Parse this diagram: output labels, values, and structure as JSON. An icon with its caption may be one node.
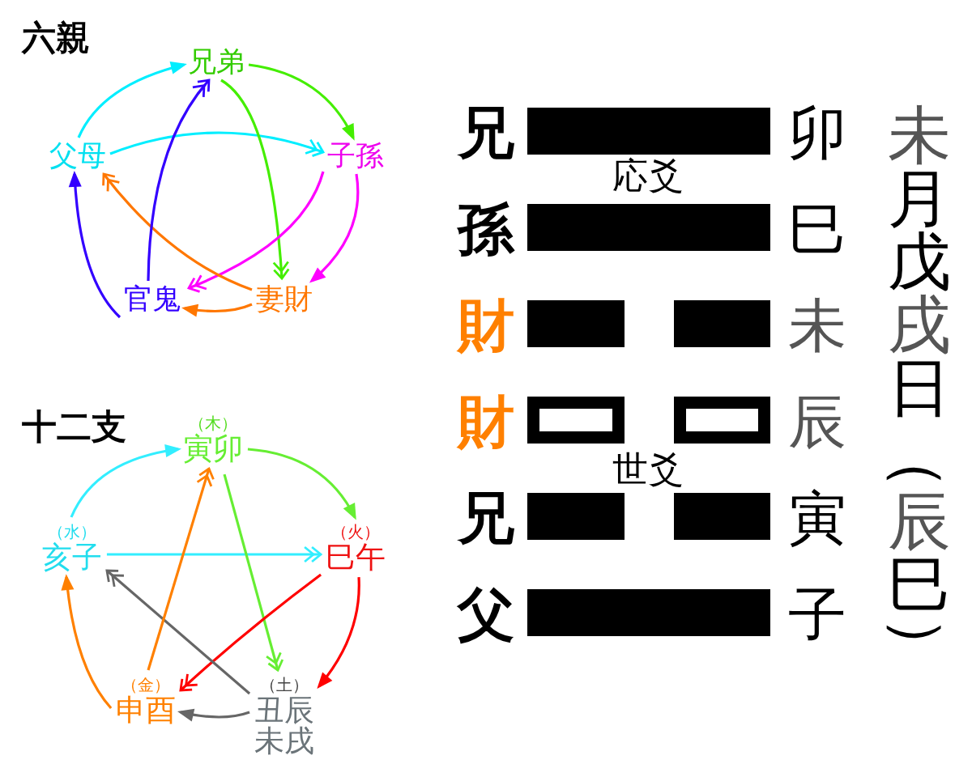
{
  "diagram": {
    "nodes": [
      {
        "text": [
          "兄弟"
        ]
      },
      {
        "text": [
          "父母"
        ]
      },
      {
        "text": [
          "子孫"
        ]
      },
      {
        "text": [
          "官鬼"
        ]
      },
      {
        "text": [
          "妻財"
        ]
      },
      {
        "text": [
          "（木）",
          "寅卯"
        ]
      },
      {
        "text": [
          "（水）",
          "亥子"
        ]
      },
      {
        "text": [
          "（火）",
          "巳午"
        ]
      },
      {
        "text": [
          "（金）",
          "申酉"
        ]
      },
      {
        "text": [
          "（土）",
          "丑辰未戌"
        ]
      }
    ],
    "edges": [
      {
        "from": 1,
        "to": 0,
        "arrow": "to",
        "color": "#00eeff"
      },
      {
        "from": 0,
        "to": 2,
        "arrow": "to",
        "color": "#44ee00"
      },
      {
        "from": 2,
        "to": 4,
        "arrow": "to",
        "color": "#ff00ff"
      },
      {
        "from": 4,
        "to": 3,
        "arrow": "to",
        "color": "#ff7700"
      },
      {
        "from": 3,
        "to": 1,
        "arrow": "to",
        "color": "#3300ff"
      },
      {
        "from": 1,
        "to": 2,
        "arrow": "to",
        "color": "#00eeff"
      },
      {
        "from": 0,
        "to": 4,
        "arrow": "to",
        "color": "#44ee00"
      },
      {
        "from": 2,
        "to": 3,
        "arrow": "to",
        "color": "#ff00ff"
      },
      {
        "from": 4,
        "to": 1,
        "arrow": "to",
        "color": "#ff7700"
      },
      {
        "from": 3,
        "to": 0,
        "arrow": "to",
        "color": "#3300ff"
      },
      {
        "from": 6,
        "to": 5,
        "arrow": "to",
        "color": "#33eeff"
      },
      {
        "from": 5,
        "to": 7,
        "arrow": "to",
        "color": "#66ee33"
      },
      {
        "from": 7,
        "to": 9,
        "arrow": "to",
        "color": "#ff0000"
      },
      {
        "from": 9,
        "to": 8,
        "arrow": "to",
        "color": "#666666"
      },
      {
        "from": 8,
        "to": 6,
        "arrow": "to",
        "color": "#ff8000"
      },
      {
        "from": 6,
        "to": 7,
        "arrow": "to",
        "color": "#33eeff"
      },
      {
        "from": 5,
        "to": 9,
        "arrow": "to",
        "color": "#66ee33"
      },
      {
        "from": 7,
        "to": 8,
        "arrow": "to",
        "color": "#ff0000"
      },
      {
        "from": 9,
        "to": 6,
        "arrow": "to",
        "color": "#666666"
      },
      {
        "from": 8,
        "to": 5,
        "arrow": "to",
        "color": "#ff8000"
      }
    ],
    "labels": [
      "六親",
      "十二支",
      "兄",
      "卯",
      "応爻",
      "孫",
      "巳",
      "財",
      "未",
      "財",
      "辰",
      "世爻",
      "兄",
      "寅",
      "父",
      "子",
      "未月戊戌日",
      "（辰巳）"
    ]
  }
}
